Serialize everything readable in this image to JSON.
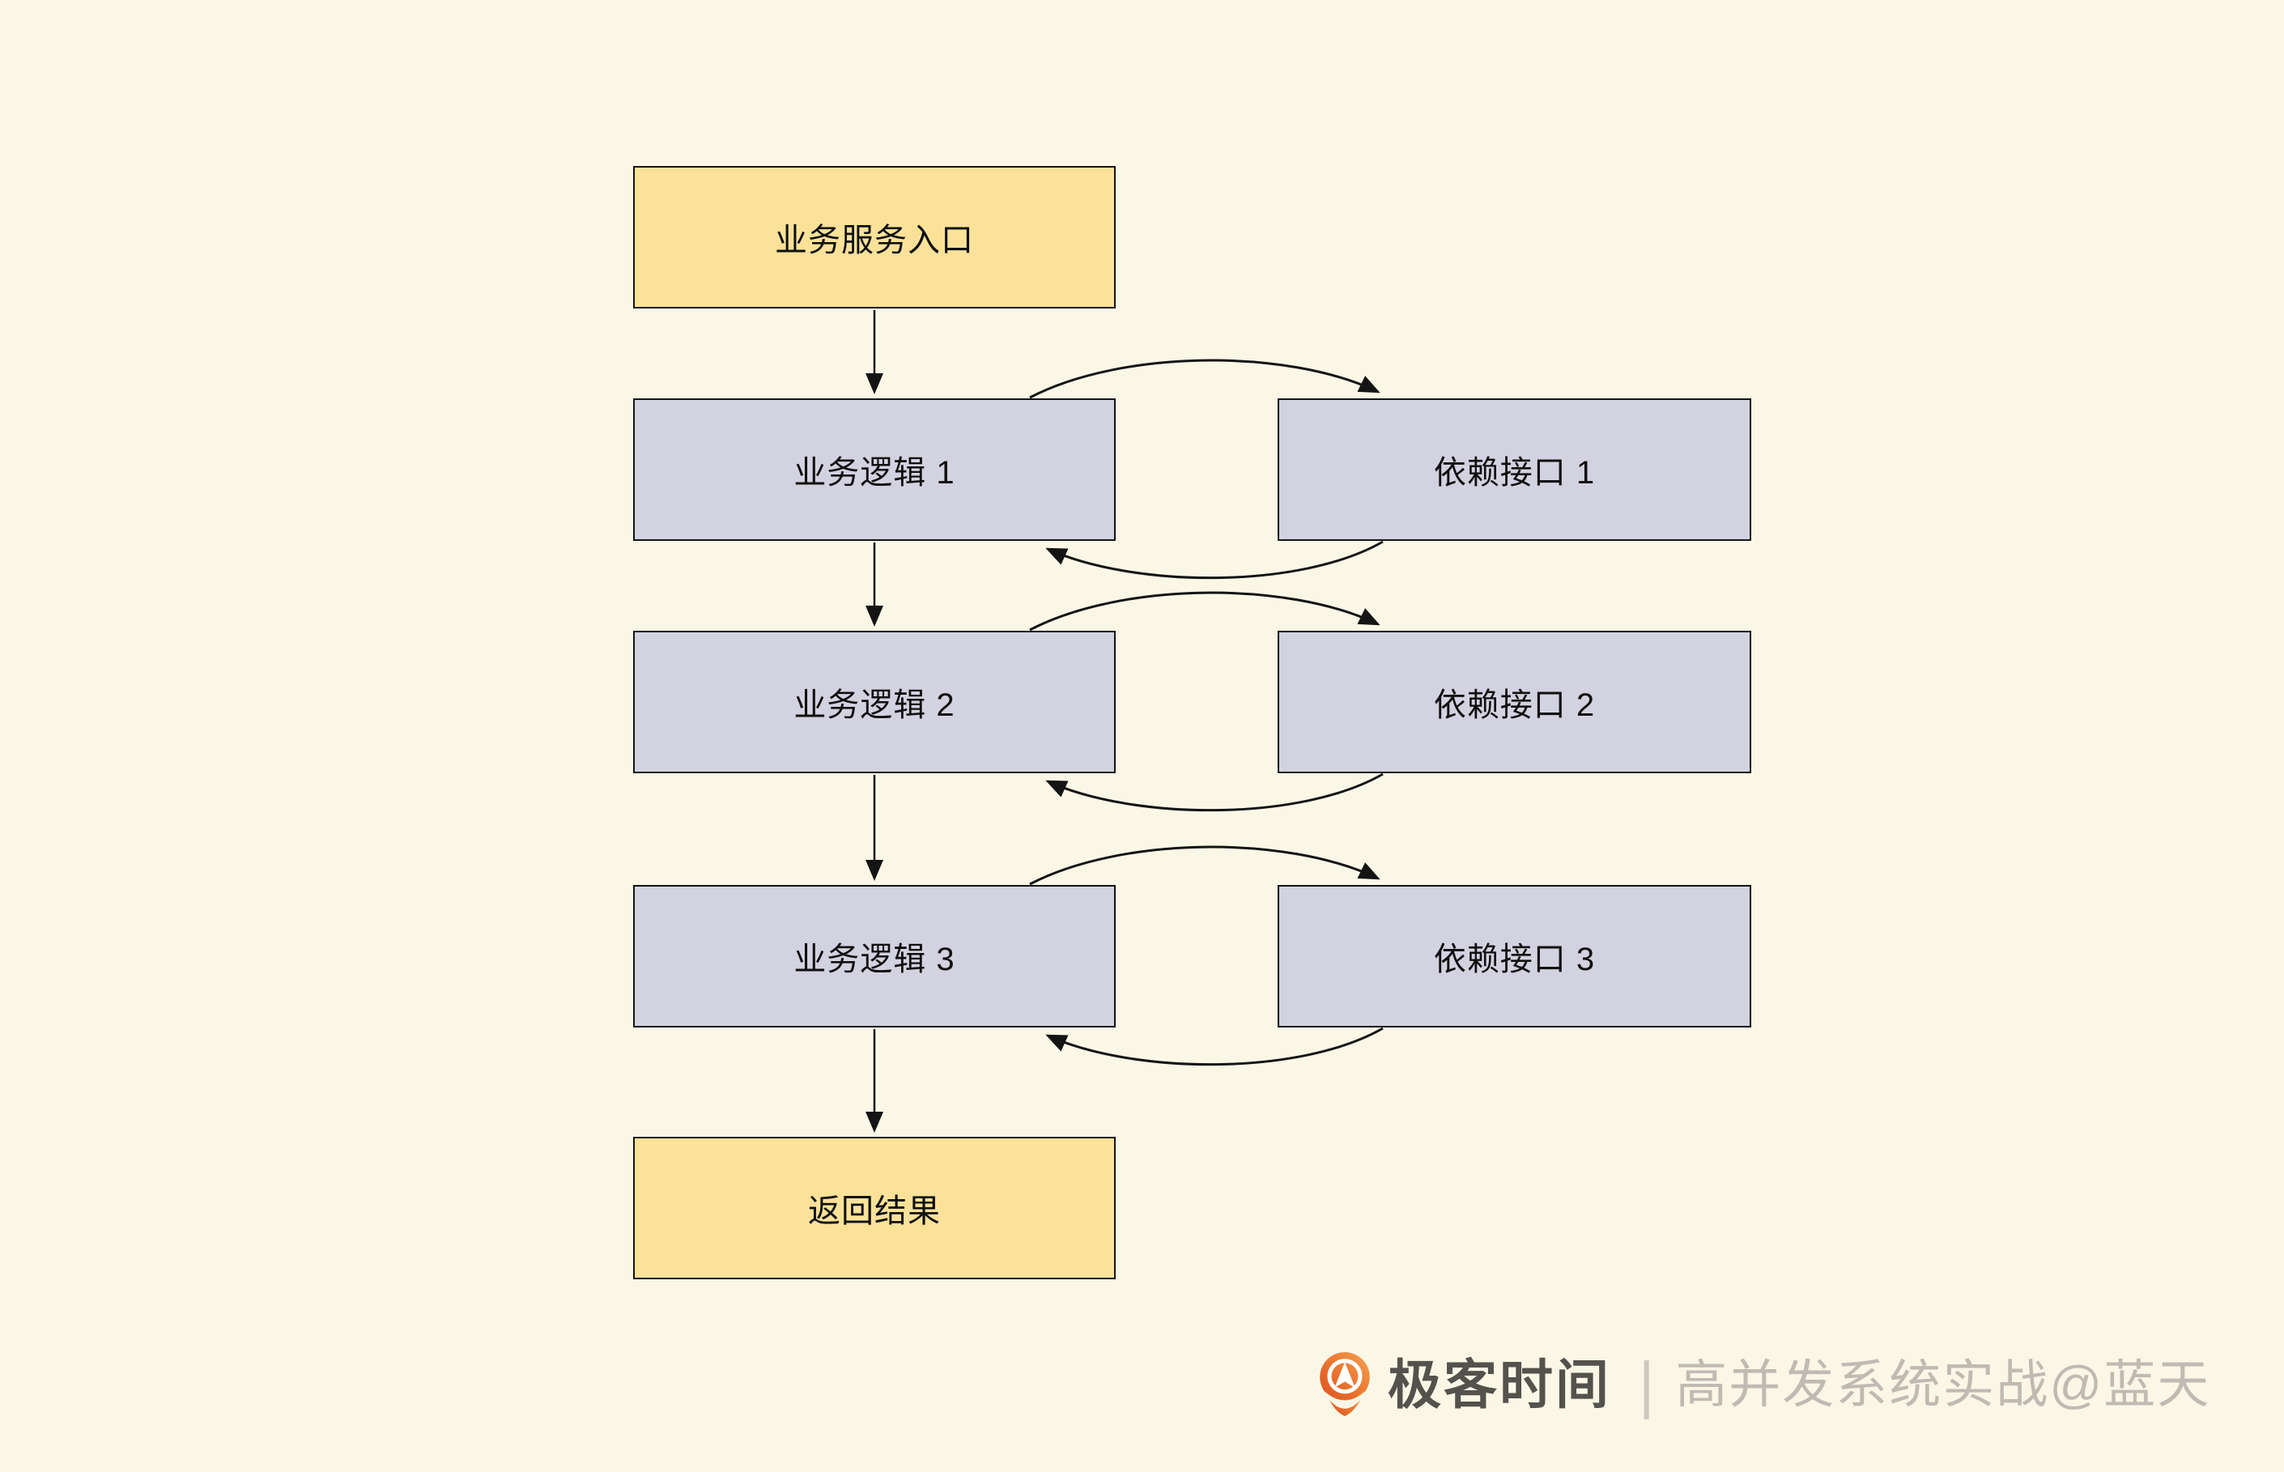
{
  "diagram": {
    "entry": {
      "label": "业务服务入口"
    },
    "rows": [
      {
        "logic": "业务逻辑 1",
        "dep": "依赖接口 1"
      },
      {
        "logic": "业务逻辑 2",
        "dep": "依赖接口 2"
      },
      {
        "logic": "业务逻辑 3",
        "dep": "依赖接口 3"
      }
    ],
    "result": {
      "label": "返回结果"
    }
  },
  "footer": {
    "brand": "极客时间",
    "separator": "|",
    "watermark": "高并发系统实战@蓝天"
  },
  "colors": {
    "bg": "#FAF7E7",
    "entry-fill": "#FCE299",
    "node-fill": "#D3D2E0",
    "border": "#141414",
    "brand-text": "#55514C",
    "separator": "#CCC8BF",
    "watermark-text": "#BFBBB2",
    "logo-orange-dark": "#DC4F1D",
    "logo-orange-mid": "#EC7A33",
    "logo-orange-light": "#F3A452"
  }
}
